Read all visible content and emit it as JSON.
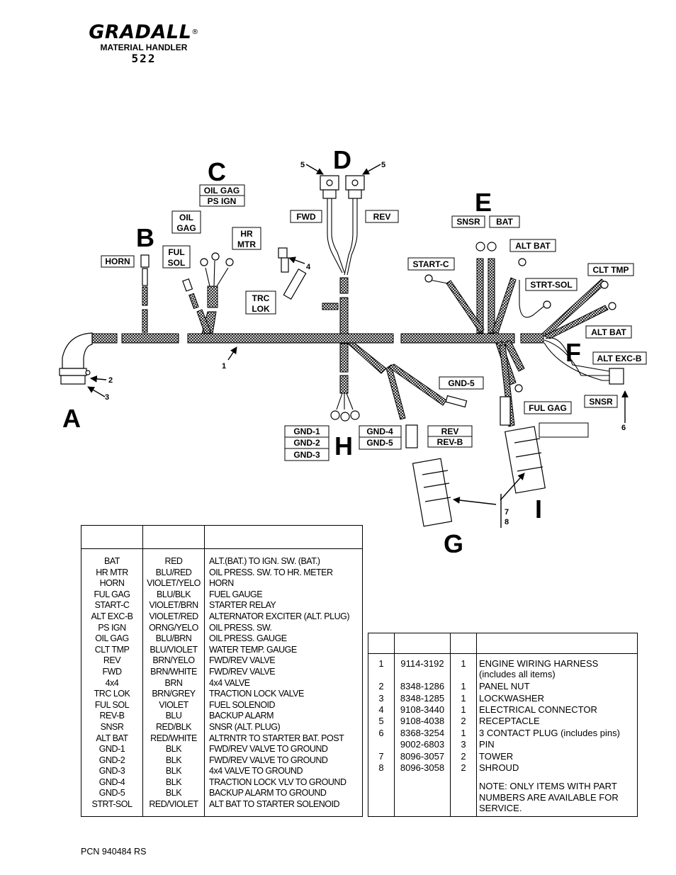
{
  "header": {
    "brand": "GRADALL",
    "reg": "®",
    "subtitle": "MATERIAL HANDLER",
    "model": "522"
  },
  "sections": [
    "A",
    "B",
    "C",
    "D",
    "E",
    "F",
    "G",
    "H",
    "I"
  ],
  "callouts": [
    "1",
    "2",
    "3",
    "4",
    "5",
    "5",
    "6",
    "7",
    "8"
  ],
  "labels": {
    "horn": "HORN",
    "ful_sol": [
      "FUL",
      "SOL"
    ],
    "oil_gag_b": [
      "OIL",
      "GAG"
    ],
    "oil_gag_c": [
      "OIL GAG",
      "PS IGN"
    ],
    "hr_mtr": [
      "HR",
      "MTR"
    ],
    "trc_lok": [
      "TRC",
      "LOK"
    ],
    "fwd": "FWD",
    "rev": "REV",
    "snsr_e": "SNSR",
    "bat": "BAT",
    "alt_bat_e": "ALT BAT",
    "start_c": "START-C",
    "strt_sol": "STRT-SOL",
    "clt_tmp": "CLT TMP",
    "alt_bat_f": "ALT BAT",
    "alt_exc_b": "ALT EXC-B",
    "snsr_f": "SNSR",
    "ful_gag": "FUL GAG",
    "gnd5_top": "GND-5",
    "gnd_h_left": [
      "GND-1",
      "GND-2",
      "GND-3"
    ],
    "gnd_h_right": [
      "GND-4",
      "GND-5"
    ],
    "rev_g": [
      "REV",
      "REV-B"
    ]
  },
  "wire_table": {
    "rows": [
      [
        "BAT",
        "RED",
        "ALT.(BAT.) TO IGN. SW. (BAT.)"
      ],
      [
        "HR MTR",
        "BLU/RED",
        "OIL PRESS. SW. TO HR. METER"
      ],
      [
        "HORN",
        "VIOLET/YELO",
        "HORN"
      ],
      [
        "FUL GAG",
        "BLU/BLK",
        "FUEL GAUGE"
      ],
      [
        "START-C",
        "VIOLET/BRN",
        "STARTER RELAY"
      ],
      [
        "ALT EXC-B",
        "VIOLET/RED",
        "ALTERNATOR EXCITER (ALT. PLUG)"
      ],
      [
        "PS IGN",
        "ORNG/YELO",
        "OIL PRESS. SW."
      ],
      [
        "OIL GAG",
        "BLU/BRN",
        "OIL PRESS. GAUGE"
      ],
      [
        "CLT TMP",
        "BLU/VIOLET",
        "WATER TEMP. GAUGE"
      ],
      [
        "REV",
        "BRN/YELO",
        "FWD/REV VALVE"
      ],
      [
        "FWD",
        "BRN/WHITE",
        "FWD/REV VALVE"
      ],
      [
        "4x4",
        "BRN",
        "4x4 VALVE"
      ],
      [
        "TRC LOK",
        "BRN/GREY",
        "TRACTION LOCK VALVE"
      ],
      [
        "FUL SOL",
        "VIOLET",
        "FUEL SOLENOID"
      ],
      [
        "REV-B",
        "BLU",
        "BACKUP ALARM"
      ],
      [
        "SNSR",
        "RED/BLK",
        "SNSR (ALT. PLUG)"
      ],
      [
        "ALT BAT",
        "RED/WHITE",
        "ALTRNTR TO STARTER BAT. POST"
      ],
      [
        "GND-1",
        "BLK",
        "FWD/REV VALVE TO GROUND"
      ],
      [
        "GND-2",
        "BLK",
        "FWD/REV VALVE TO GROUND"
      ],
      [
        "GND-3",
        "BLK",
        "4x4 VALVE TO GROUND"
      ],
      [
        "GND-4",
        "BLK",
        "TRACTION LOCK VLV TO GROUND"
      ],
      [
        "GND-5",
        "BLK",
        "BACKUP ALARM TO GROUND"
      ],
      [
        "STRT-SOL",
        "RED/VIOLET",
        "ALT BAT TO STARTER SOLENOID"
      ]
    ]
  },
  "parts_table": {
    "rows": [
      [
        "1",
        "9114-3192",
        "1",
        "ENGINE WIRING HARNESS (includes all items)"
      ],
      [
        "2",
        "8348-1286",
        "1",
        "PANEL NUT"
      ],
      [
        "3",
        "8348-1285",
        "1",
        "LOCKWASHER"
      ],
      [
        "4",
        "9108-3440",
        "1",
        "ELECTRICAL CONNECTOR"
      ],
      [
        "5",
        "9108-4038",
        "2",
        "RECEPTACLE"
      ],
      [
        "6",
        "8368-3254",
        "1",
        "3 CONTACT PLUG (includes pins)"
      ],
      [
        "",
        "9002-6803",
        "3",
        "PIN"
      ],
      [
        "7",
        "8096-3057",
        "2",
        "TOWER"
      ],
      [
        "8",
        "8096-3058",
        "2",
        "SHROUD"
      ]
    ],
    "note": "NOTE:  ONLY ITEMS WITH PART NUMBERS ARE AVAILABLE FOR SERVICE."
  },
  "footer": {
    "pcn": "PCN 940484 RS"
  }
}
